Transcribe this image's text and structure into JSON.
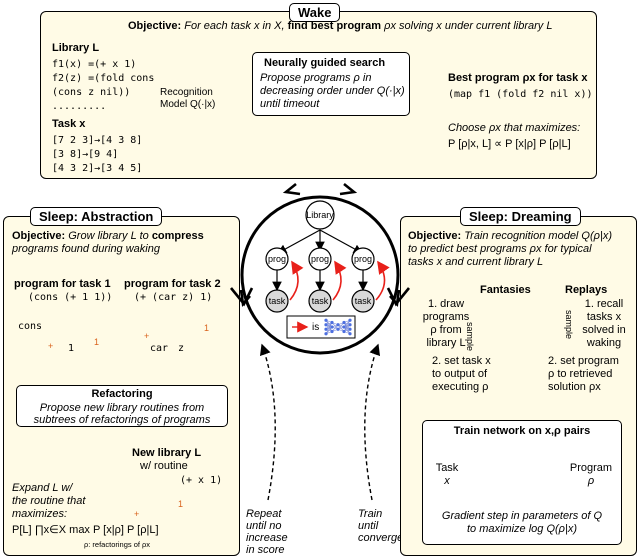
{
  "wake": {
    "title": "Wake",
    "objective_label": "Objective:",
    "objective_pre": "For each task x in X, ",
    "objective_bold": "find best program",
    "objective_post": " ρx solving x under current library L",
    "library_label": "Library L",
    "library_lines": [
      "f1(x) =(+ x 1)",
      "f2(z) =(fold cons",
      "         (cons z nil))",
      "........."
    ],
    "recognition_label_1": "Recognition",
    "recognition_label_2": "Model Q(·|x)",
    "task_label": "Task x",
    "task_lines": [
      "[7 2 3]→[4 3 8]",
      "   [3 8]→[9 4]",
      "[4 3 2]→[3 4 5]"
    ],
    "search_title": "Neurally guided search",
    "search_lines": [
      "Propose programs ρ in",
      "decreasing order under Q(·|x)",
      "until timeout"
    ],
    "best_label": "Best program ρx for task x",
    "best_code": "(map f1 (fold f2 nil x))",
    "choose_label": "Choose ρx that maximizes:",
    "choose_formula": "P [ρ|x, L] ∝ P [x|ρ] P [ρ|L]"
  },
  "center": {
    "library_node": "Library",
    "prog_node": "prog",
    "task_node": "task",
    "legend_is": "is"
  },
  "abstraction": {
    "title": "Sleep: Abstraction",
    "objective_label": "Objective:",
    "objective_lines": [
      "Grow library L to compress",
      "programs found during waking"
    ],
    "objective_bold": "compress",
    "task1_label": "program for task 1",
    "task1_code": "(cons (+ 1 1))",
    "task2_label": "program for task 2",
    "task2_code": "(+ (car z) 1)",
    "tree1_labels": [
      "cons",
      "+",
      "1",
      "1"
    ],
    "tree2_labels": [
      "car",
      "z",
      "+",
      "1"
    ],
    "refactor_title": "Refactoring",
    "refactor_lines": [
      "Propose new library routines from",
      "subtrees of refactorings of programs"
    ],
    "new_lib_label_1": "New library L",
    "new_lib_label_2": "w/ routine",
    "new_lib_code": "(+ x 1)",
    "new_tree_labels": [
      "+",
      "1"
    ],
    "expand_lines": [
      "Expand L w/",
      "the routine that",
      "maximizes:"
    ],
    "formula": "P[L] ∏x∈X  max  P [x|ρ] P [ρ|L]",
    "formula_sub": "ρ: refactorings of ρx"
  },
  "repeat_lines": [
    "Repeat",
    "until no",
    "increase",
    "in score"
  ],
  "train_lines": [
    "Train",
    "until",
    "converged"
  ],
  "dreaming": {
    "title": "Sleep: Dreaming",
    "objective_label": "Objective:",
    "objective_lines": [
      "Train recognition model Q(ρ|x)",
      "to predict best programs ρx for typical",
      "tasks x and current library L"
    ],
    "fantasies_label": "Fantasies",
    "replays_label": "Replays",
    "sample_label": "sample",
    "fantasies_steps_1": [
      "1. draw",
      "programs",
      "ρ from",
      "library L"
    ],
    "fantasies_steps_2": [
      "2. set task x",
      "to output of",
      "executing ρ"
    ],
    "replays_steps_1": [
      "1. recall",
      "tasks x",
      "solved in",
      "waking"
    ],
    "replays_steps_2": [
      "2. set program",
      "ρ to retrieved",
      "solution ρx"
    ],
    "train_title": "Train network on x,ρ pairs",
    "task_in_1": "Task",
    "task_in_2": "x",
    "program_out_1": "Program",
    "program_out_2": "ρ",
    "gradient_lines": [
      "Gradient step in parameters of Q",
      "to maximize log Q(ρ|x)"
    ]
  },
  "colors": {
    "panel_bg": "#fffbe6",
    "accent_red": "#e8201a",
    "accent_orange": "#d9621c",
    "node_gray": "#d9d9d9",
    "nn_blue": "#4d6fe0"
  }
}
